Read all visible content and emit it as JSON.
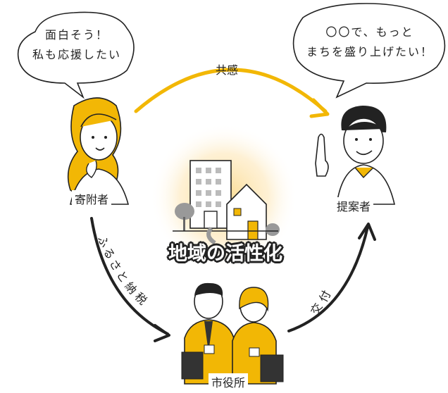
{
  "bubbles": {
    "donor": {
      "line1": "面白そう！",
      "line2": "私も応援したい"
    },
    "proposer": {
      "line1": "〇〇で、もっと",
      "line2": "まちを盛り上げたい！"
    }
  },
  "arrows": {
    "top": "共感",
    "left": [
      "ふ",
      "る",
      "さ",
      "と",
      "納",
      "税"
    ],
    "right": [
      "交",
      "付"
    ]
  },
  "people": {
    "donor": "寄附者",
    "proposer": "提案者",
    "city_hall": "市役所"
  },
  "center": {
    "title": "地域の活性化"
  },
  "colors": {
    "accent": "#F2B705",
    "ink": "#222222",
    "glow": "#FBD98A"
  }
}
